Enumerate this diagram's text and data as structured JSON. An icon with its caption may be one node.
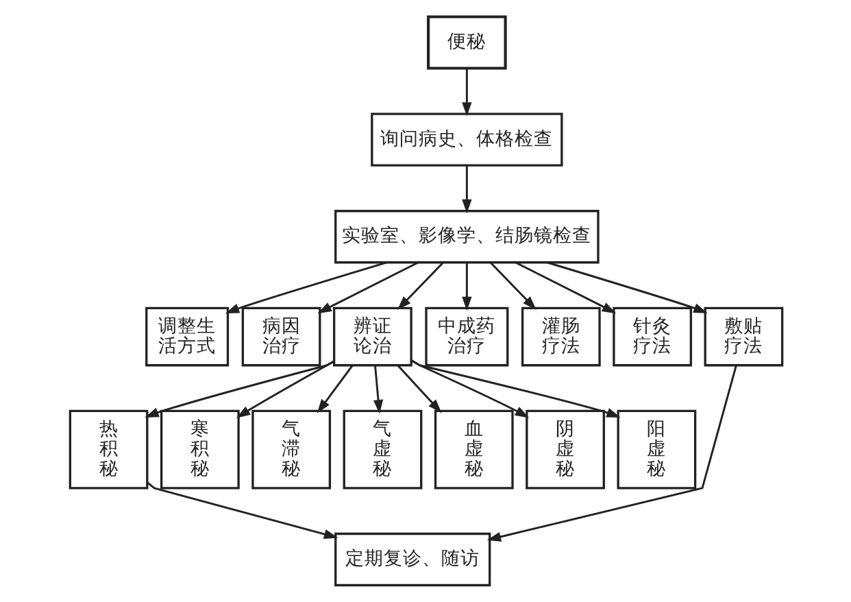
{
  "diagram": {
    "nodes": [
      {
        "text": [
          "便秘"
        ]
      },
      {
        "text": [
          "询问病史、体格检查"
        ]
      },
      {
        "text": [
          "实验室、影像学、结肠镜检查"
        ]
      },
      {
        "text": [
          "调整生活方式"
        ]
      },
      {
        "text": [
          "病因治疗"
        ]
      },
      {
        "text": [
          "辨证论治"
        ]
      },
      {
        "text": [
          "中成药治疗"
        ]
      },
      {
        "text": [
          "灌肠疗法"
        ]
      },
      {
        "text": [
          "针灸疗法"
        ]
      },
      {
        "text": [
          "敷贴疗法"
        ]
      },
      {
        "text": [
          "热积秘"
        ]
      },
      {
        "text": [
          "寒积秘"
        ]
      },
      {
        "text": [
          "气滞秘"
        ]
      },
      {
        "text": [
          "气虚秘"
        ]
      },
      {
        "text": [
          "血虚秘"
        ]
      },
      {
        "text": [
          "阴虚秘"
        ]
      },
      {
        "text": [
          "阳虚秘"
        ]
      },
      {
        "text": [
          "定期复诊、随访"
        ]
      }
    ],
    "edges": [
      {
        "from": 0,
        "to": 1,
        "arrow": "to"
      },
      {
        "from": 1,
        "to": 2,
        "arrow": "to"
      },
      {
        "from": 2,
        "to": 3,
        "arrow": "to"
      },
      {
        "from": 2,
        "to": 4,
        "arrow": "to"
      },
      {
        "from": 2,
        "to": 5,
        "arrow": "to"
      },
      {
        "from": 2,
        "to": 6,
        "arrow": "to"
      },
      {
        "from": 2,
        "to": 7,
        "arrow": "to"
      },
      {
        "from": 2,
        "to": 8,
        "arrow": "to"
      },
      {
        "from": 2,
        "to": 9,
        "arrow": "to"
      },
      {
        "from": 5,
        "to": 10,
        "arrow": "to"
      },
      {
        "from": 5,
        "to": 11,
        "arrow": "to"
      },
      {
        "from": 5,
        "to": 12,
        "arrow": "to"
      },
      {
        "from": 5,
        "to": 13,
        "arrow": "to"
      },
      {
        "from": 5,
        "to": 14,
        "arrow": "to"
      },
      {
        "from": 5,
        "to": 15,
        "arrow": "to"
      },
      {
        "from": 5,
        "to": 16,
        "arrow": "to"
      },
      {
        "from": 10,
        "to": 17,
        "arrow": "to"
      },
      {
        "from": 9,
        "to": 17,
        "arrow": "to"
      }
    ]
  }
}
